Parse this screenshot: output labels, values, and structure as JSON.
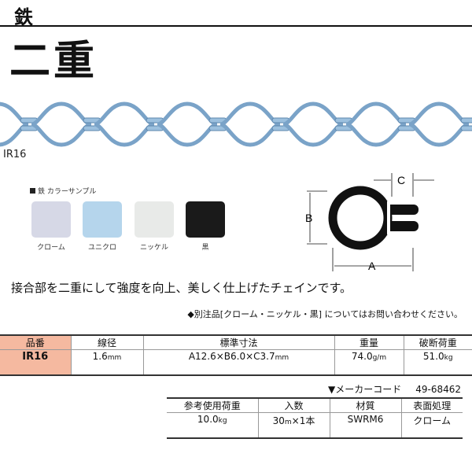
{
  "header": {
    "category": "鉄",
    "title": "二重"
  },
  "product_image": {
    "model_label": "IR16",
    "chain_color": "#8fb4d6"
  },
  "color_samples": {
    "heading": "鉄 カラーサンプル",
    "items": [
      {
        "label": "クローム",
        "color": "#d6d8e6"
      },
      {
        "label": "ユニクロ",
        "color": "#b5d5ec"
      },
      {
        "label": "ニッケル",
        "color": "#e8eae8"
      },
      {
        "label": "黒",
        "color": "#1a1a1a"
      }
    ]
  },
  "diagram": {
    "labels": {
      "a": "A",
      "b": "B",
      "c": "C"
    }
  },
  "description": "接合部を二重にして強度を向上、美しく仕上げたチェインです。",
  "note": "◆別注品[クローム・ニッケル・黒] についてはお問い合わせください。",
  "spec_table_1": {
    "headers": [
      "品番",
      "線径",
      "標準寸法",
      "重量",
      "破断荷重"
    ],
    "row": {
      "part_no": "IR16",
      "wire_dia": "1.6",
      "wire_dia_unit": "mm",
      "dims": "A12.6×B6.0×C3.7",
      "dims_unit": "mm",
      "weight": "74.0",
      "weight_unit": "g/m",
      "break_load": "51.0",
      "break_load_unit": "kg"
    }
  },
  "maker_code": {
    "label": "▼メーカーコード",
    "code": "49-68462"
  },
  "spec_table_2": {
    "headers": [
      "参考使用荷重",
      "入数",
      "材質",
      "表面処理"
    ],
    "row": {
      "ref_load": "10.0",
      "ref_load_unit": "kg",
      "qty_a": "30",
      "qty_unit": "m",
      "qty_b": "×1本",
      "material": "SWRM6",
      "finish": "クローム"
    }
  }
}
